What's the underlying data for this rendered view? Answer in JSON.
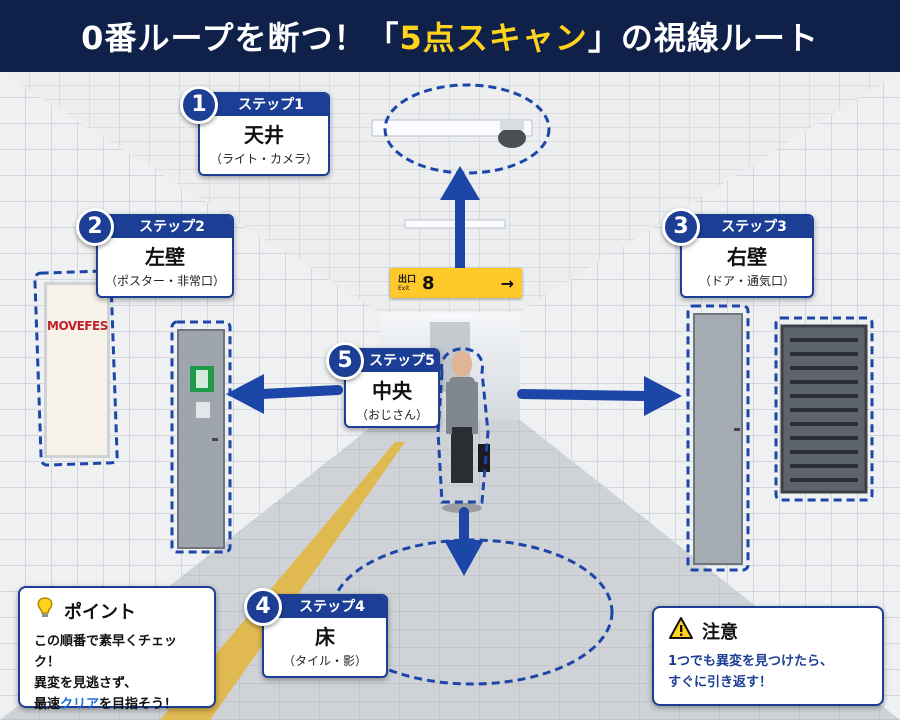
{
  "header": {
    "title_part1": "0番ループを断つ！「",
    "title_accent": "5点スキャン",
    "title_part2": "」の視線ルート"
  },
  "scene": {
    "exit_sign": {
      "label_jp": "出口",
      "label_en": "Exit",
      "number": "8",
      "arrow": "→"
    },
    "poster_title": "MOVEFES"
  },
  "steps": [
    {
      "number": "1",
      "tag": "ステップ1",
      "title": "天井",
      "subtitle": "（ライト・カメラ）"
    },
    {
      "number": "2",
      "tag": "ステップ2",
      "title": "左壁",
      "subtitle": "（ポスター・非常口）"
    },
    {
      "number": "3",
      "tag": "ステップ3",
      "title": "右壁",
      "subtitle": "（ドア・通気口）"
    },
    {
      "number": "4",
      "tag": "ステップ4",
      "title": "床",
      "subtitle": "（タイル・影）"
    },
    {
      "number": "5",
      "tag": "ステップ5",
      "title": "中央",
      "subtitle": "（おじさん）"
    }
  ],
  "point_box": {
    "title": "ポイント",
    "line1": "この順番で素早くチェック！",
    "line2": "異変を見逃さず、",
    "line3_pre": "最速",
    "line3_highlight": "クリア",
    "line3_post": "を目指そう！"
  },
  "caution_box": {
    "title": "注意",
    "line1": "1つでも異変を見つけたら、",
    "line2": "すぐに引き返す！"
  },
  "colors": {
    "header_bg": "#0f2148",
    "accent_yellow": "#ffd21c",
    "brand_blue": "#1c3f95",
    "highlight_blue": "#1c6fd6"
  }
}
